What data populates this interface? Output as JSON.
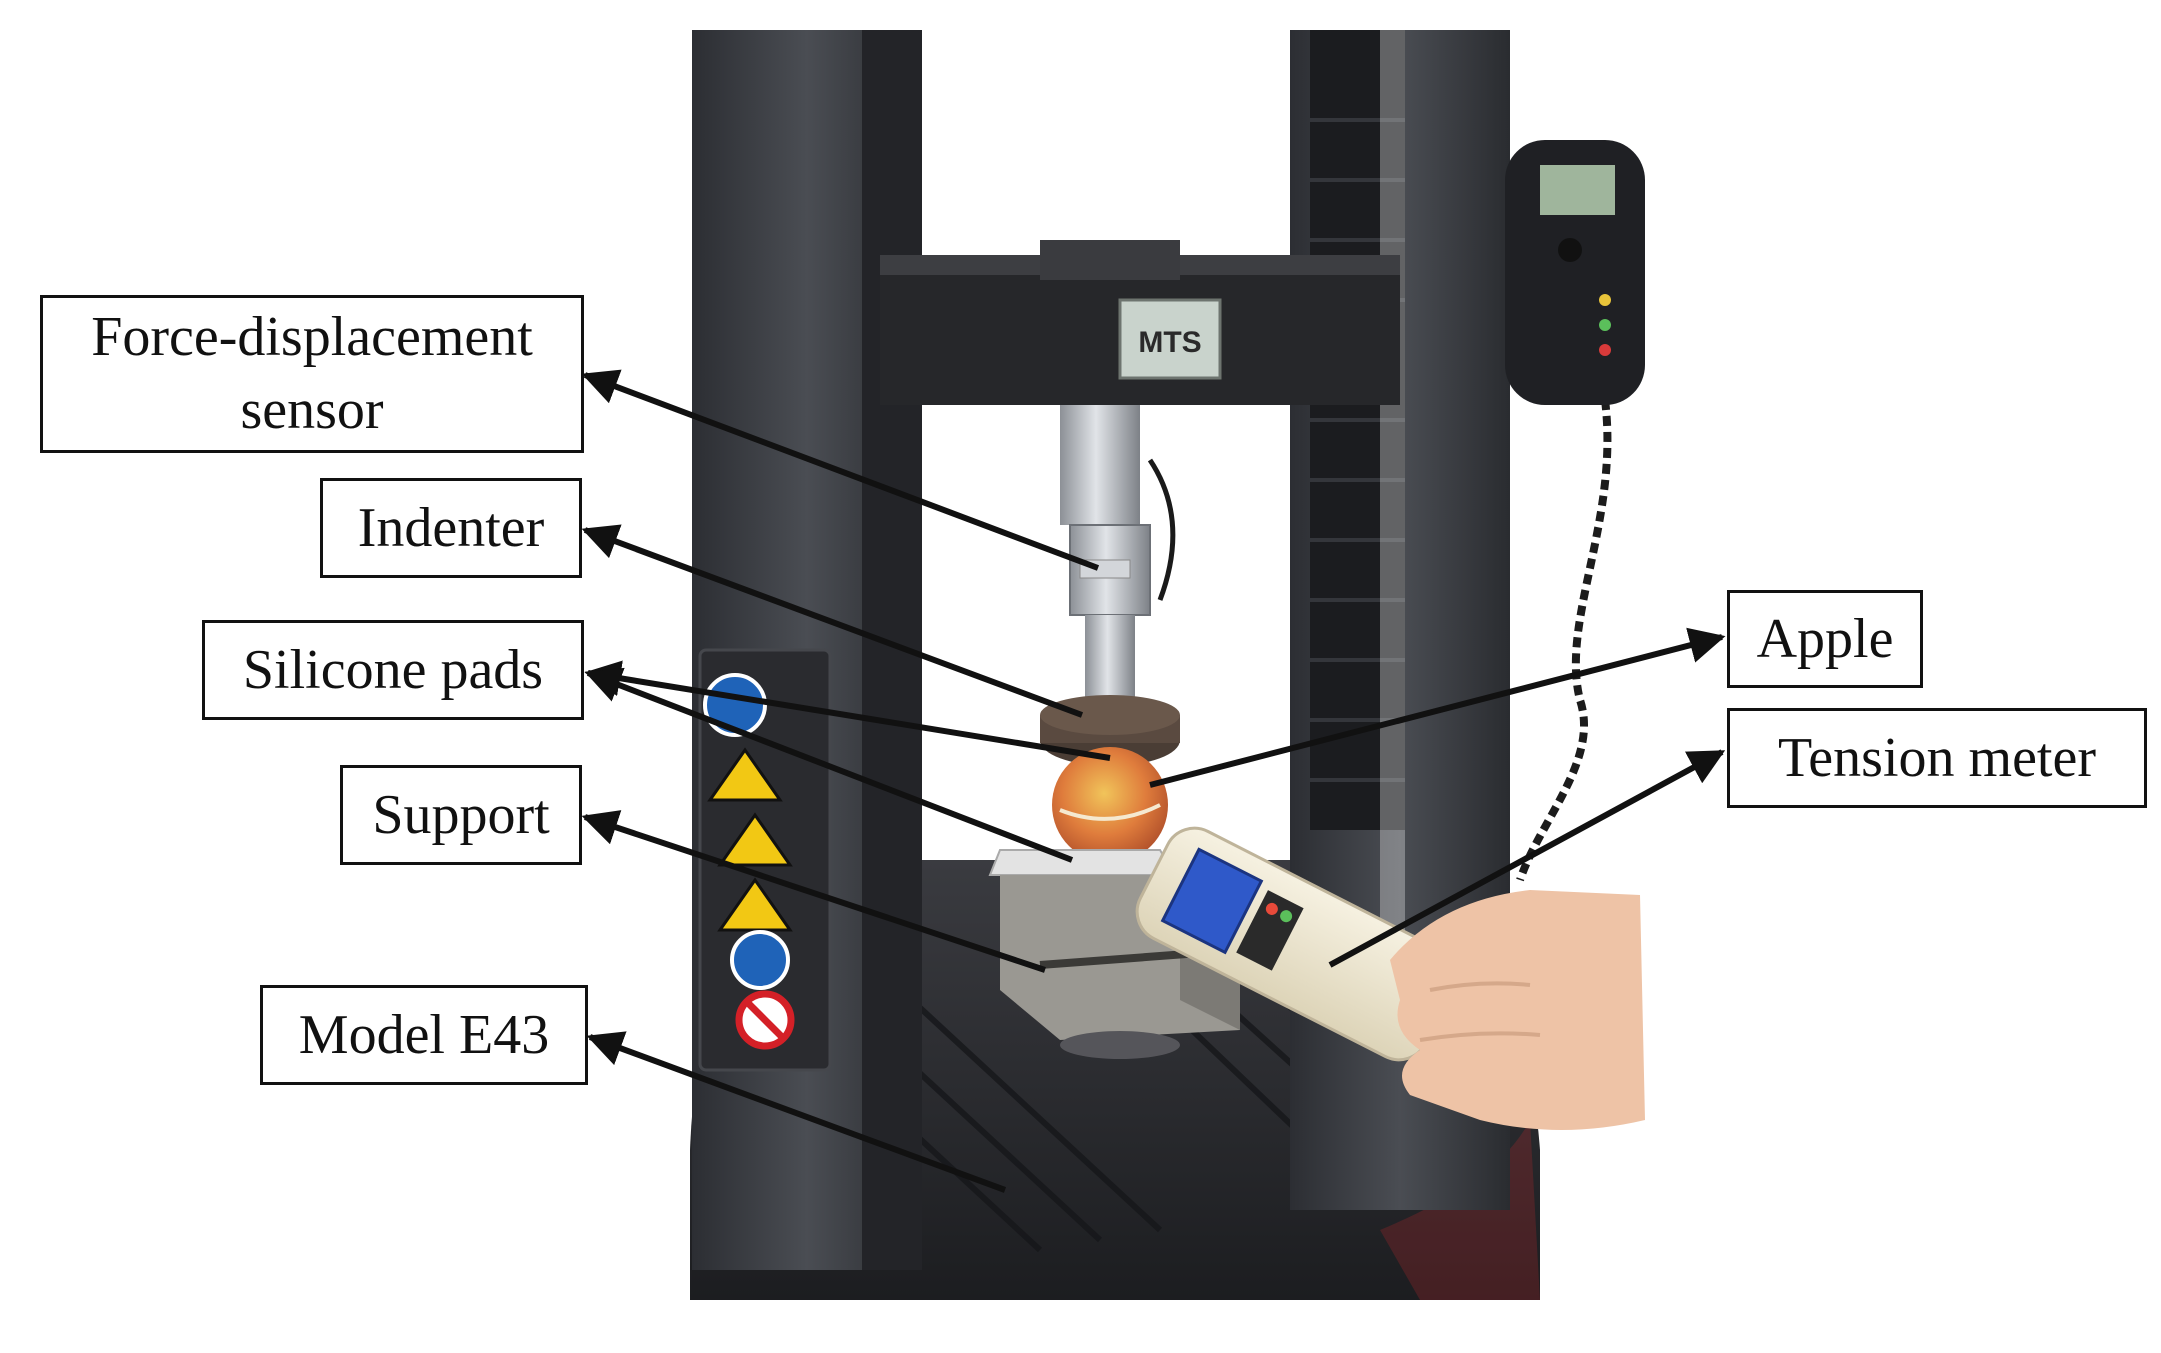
{
  "figure": {
    "labels": {
      "force_sensor": [
        "Force-displacement",
        "sensor"
      ],
      "indenter": "Indenter",
      "silicone_pads": "Silicone pads",
      "support": "Support",
      "model": "Model E43",
      "apple": "Apple",
      "tension_meter": "Tension meter"
    },
    "machine_brand": "MTS",
    "colors": {
      "frame": "#3b3d42",
      "frame_dark": "#1f2024",
      "crossbar": "#2a2a2c",
      "base": "#2b2c30",
      "apple": "#d9743a",
      "apple_highlight": "#e7b24a",
      "meter_body": "#efe8d2",
      "meter_screen": "#2f59c9",
      "skin": "#eec3a6",
      "silver": "#b8bcc2",
      "warning_yellow": "#f2c814",
      "mandatory_blue": "#1f63b8",
      "prohibition_red": "#d42027",
      "arrow": "#111111"
    }
  }
}
